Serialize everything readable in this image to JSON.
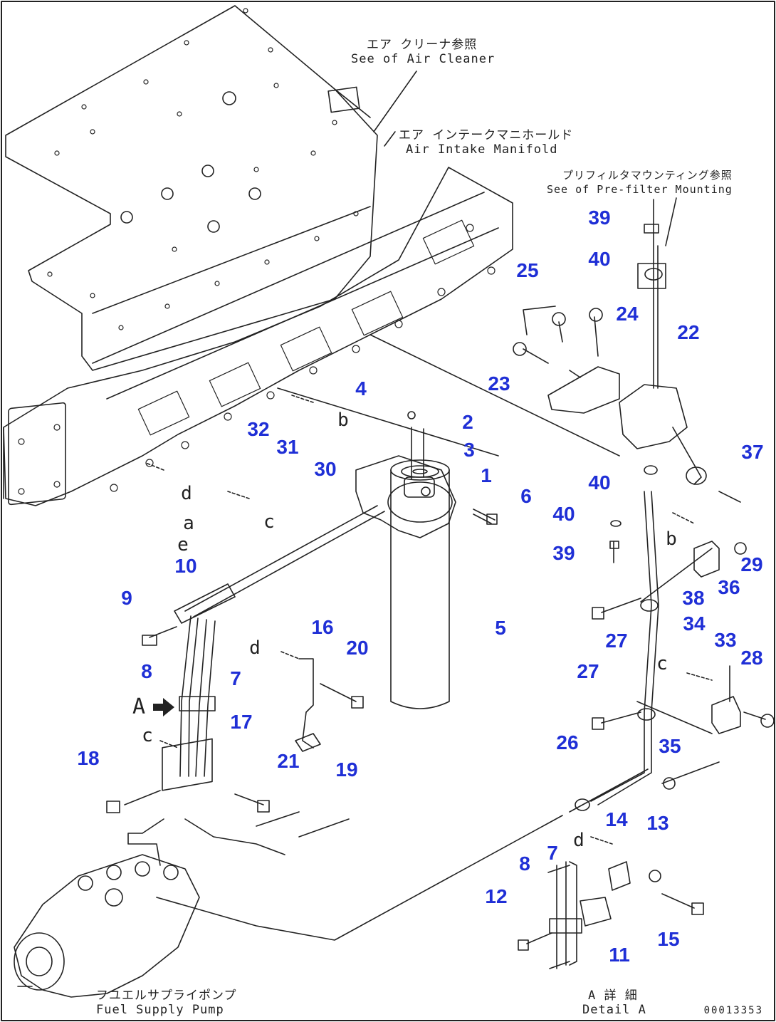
{
  "callouts": {
    "air_cleaner": {
      "jp": "エア クリーナ参照",
      "en": "See of Air Cleaner"
    },
    "air_intake_manifold": {
      "jp": "エア インテークマニホールド",
      "en": "Air Intake Manifold"
    },
    "prefilter_mounting": {
      "jp": "プリフィルタマウンティング参照",
      "en": "See of Pre-filter Mounting"
    },
    "fuel_supply_pump": {
      "jp": "フユエルサプライポンプ",
      "en": "Fuel Supply Pump"
    },
    "detail_a": {
      "jp": "A 詳 細",
      "en": "Detail A"
    }
  },
  "drawing_number": "00013353",
  "part_numbers": [
    "1",
    "2",
    "3",
    "4",
    "5",
    "6",
    "7",
    "8",
    "9",
    "10",
    "11",
    "12",
    "13",
    "14",
    "15",
    "16",
    "17",
    "18",
    "19",
    "20",
    "21",
    "22",
    "23",
    "24",
    "25",
    "26",
    "27",
    "28",
    "29",
    "30",
    "31",
    "32",
    "33",
    "34",
    "35",
    "36",
    "37",
    "38",
    "39",
    "40"
  ],
  "view_letters": [
    "a",
    "b",
    "c",
    "d",
    "e",
    "A"
  ],
  "colors": {
    "part_number": "#1f2fd6",
    "line_art": "#222222",
    "background": "#ffffff"
  }
}
